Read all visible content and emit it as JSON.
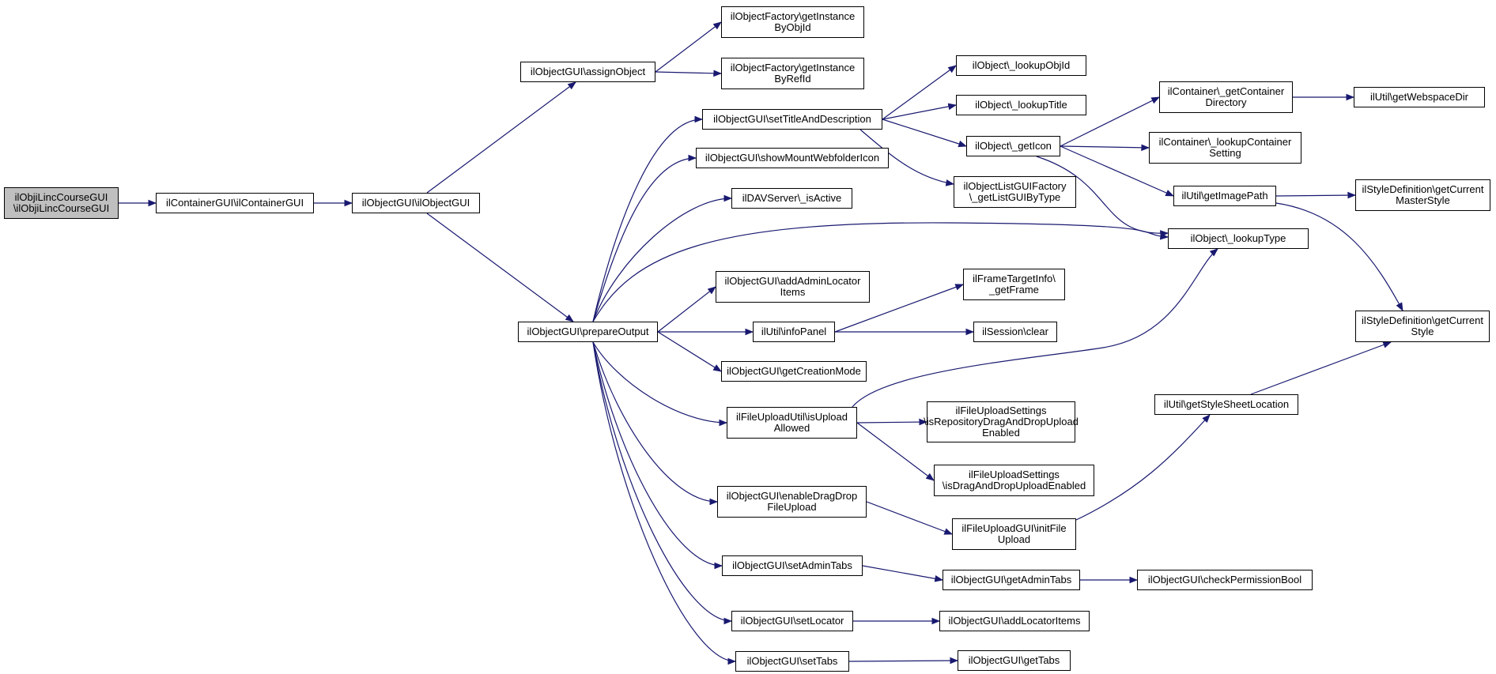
{
  "graph": {
    "colors": {
      "edge": "#191970",
      "node_fill": "#ffffff",
      "root_fill": "#bfbfbf",
      "border": "#000000"
    },
    "nodes": [
      {
        "id": "n0",
        "label": "ilObjiLincCourseGUI\n\\ilObjiLincCourseGUI",
        "root": true
      },
      {
        "id": "n1",
        "label": "ilContainerGUI\\ilContainerGUI"
      },
      {
        "id": "n2",
        "label": "ilObjectGUI\\ilObjectGUI"
      },
      {
        "id": "n3",
        "label": "ilObjectGUI\\assignObject"
      },
      {
        "id": "n4",
        "label": "ilObjectGUI\\prepareOutput"
      },
      {
        "id": "n5",
        "label": "ilObjectFactory\\getInstance\nByObjId"
      },
      {
        "id": "n6",
        "label": "ilObjectFactory\\getInstance\nByRefId"
      },
      {
        "id": "n7",
        "label": "ilObjectGUI\\setTitleAndDescription"
      },
      {
        "id": "n8",
        "label": "ilObjectGUI\\showMountWebfolderIcon"
      },
      {
        "id": "n9",
        "label": "ilDAVServer\\_isActive"
      },
      {
        "id": "n10",
        "label": "ilObjectGUI\\addAdminLocator\nItems"
      },
      {
        "id": "n11",
        "label": "ilUtil\\infoPanel"
      },
      {
        "id": "n12",
        "label": "ilObjectGUI\\getCreationMode"
      },
      {
        "id": "n13",
        "label": "ilFileUploadUtil\\isUpload\nAllowed"
      },
      {
        "id": "n14",
        "label": "ilObjectGUI\\enableDragDrop\nFileUpload"
      },
      {
        "id": "n15",
        "label": "ilObjectGUI\\setAdminTabs"
      },
      {
        "id": "n16",
        "label": "ilObjectGUI\\setLocator"
      },
      {
        "id": "n17",
        "label": "ilObjectGUI\\setTabs"
      },
      {
        "id": "n18",
        "label": "ilObject\\_lookupObjId"
      },
      {
        "id": "n19",
        "label": "ilObject\\_lookupTitle"
      },
      {
        "id": "n20",
        "label": "ilObject\\_getIcon"
      },
      {
        "id": "n21",
        "label": "ilObjectListGUIFactory\n\\_getListGUIByType"
      },
      {
        "id": "n22",
        "label": "ilObject\\_lookupType"
      },
      {
        "id": "n23",
        "label": "ilFrameTargetInfo\\\n_getFrame"
      },
      {
        "id": "n24",
        "label": "ilSession\\clear"
      },
      {
        "id": "n25",
        "label": "ilFileUploadSettings\n\\isRepositoryDragAndDropUpload\nEnabled"
      },
      {
        "id": "n26",
        "label": "ilFileUploadSettings\n\\isDragAndDropUploadEnabled"
      },
      {
        "id": "n27",
        "label": "ilFileUploadGUI\\initFile\nUpload"
      },
      {
        "id": "n28",
        "label": "ilObjectGUI\\getAdminTabs"
      },
      {
        "id": "n29",
        "label": "ilObjectGUI\\addLocatorItems"
      },
      {
        "id": "n30",
        "label": "ilObjectGUI\\getTabs"
      },
      {
        "id": "n31",
        "label": "ilContainer\\_getContainer\nDirectory"
      },
      {
        "id": "n32",
        "label": "ilContainer\\_lookupContainer\nSetting"
      },
      {
        "id": "n33",
        "label": "ilUtil\\getImagePath"
      },
      {
        "id": "n34",
        "label": "ilUtil\\getStyleSheetLocation"
      },
      {
        "id": "n35",
        "label": "ilObjectGUI\\checkPermissionBool"
      },
      {
        "id": "n36",
        "label": "ilUtil\\getWebspaceDir"
      },
      {
        "id": "n37",
        "label": "ilStyleDefinition\\getCurrent\nMasterStyle"
      },
      {
        "id": "n38",
        "label": "ilStyleDefinition\\getCurrent\nStyle"
      }
    ],
    "edges": [
      [
        "n0",
        "n1"
      ],
      [
        "n1",
        "n2"
      ],
      [
        "n2",
        "n3"
      ],
      [
        "n2",
        "n4"
      ],
      [
        "n3",
        "n5"
      ],
      [
        "n3",
        "n6"
      ],
      [
        "n4",
        "n7"
      ],
      [
        "n4",
        "n8"
      ],
      [
        "n4",
        "n9"
      ],
      [
        "n4",
        "n22"
      ],
      [
        "n4",
        "n10"
      ],
      [
        "n4",
        "n11"
      ],
      [
        "n4",
        "n12"
      ],
      [
        "n4",
        "n13"
      ],
      [
        "n4",
        "n14"
      ],
      [
        "n4",
        "n15"
      ],
      [
        "n4",
        "n16"
      ],
      [
        "n4",
        "n17"
      ],
      [
        "n7",
        "n18"
      ],
      [
        "n7",
        "n19"
      ],
      [
        "n7",
        "n20"
      ],
      [
        "n7",
        "n21"
      ],
      [
        "n11",
        "n23"
      ],
      [
        "n11",
        "n24"
      ],
      [
        "n13",
        "n22"
      ],
      [
        "n13",
        "n25"
      ],
      [
        "n13",
        "n26"
      ],
      [
        "n14",
        "n27"
      ],
      [
        "n15",
        "n28"
      ],
      [
        "n16",
        "n29"
      ],
      [
        "n17",
        "n30"
      ],
      [
        "n20",
        "n31"
      ],
      [
        "n20",
        "n32"
      ],
      [
        "n20",
        "n33"
      ],
      [
        "n20",
        "n22"
      ],
      [
        "n31",
        "n36"
      ],
      [
        "n33",
        "n37"
      ],
      [
        "n33",
        "n38"
      ],
      [
        "n27",
        "n34"
      ],
      [
        "n34",
        "n38"
      ],
      [
        "n28",
        "n35"
      ]
    ]
  }
}
